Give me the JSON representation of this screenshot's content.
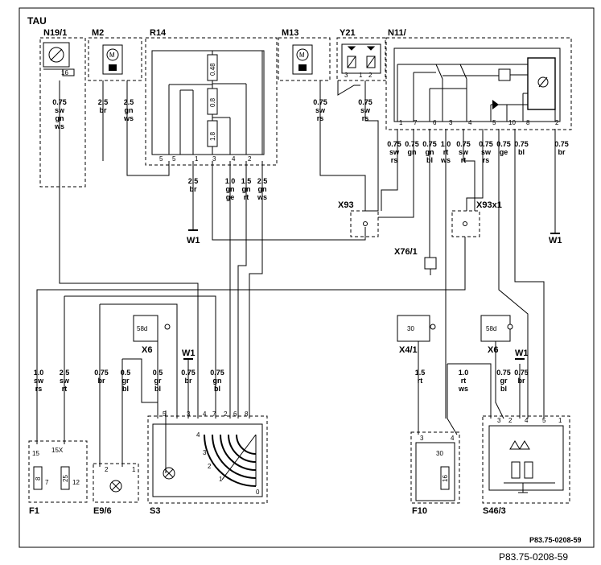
{
  "labels": {
    "TAU": "TAU",
    "N19_1": "N19/1",
    "M2": "M2",
    "R14": "R14",
    "M13": "M13",
    "Y21": "Y21",
    "N11": "N11/",
    "X93": "X93",
    "X93x1": "X93x1",
    "X76_1": "X76/1",
    "W1": "W1",
    "X6": "X6",
    "X4_1": "X4/1",
    "F1": "F1",
    "E9_6": "E9/6",
    "S3": "S3",
    "F10": "F10",
    "S46_3": "S46/3",
    "term58d": "58d",
    "term30": "30"
  },
  "wires": {
    "n19": [
      "0.75",
      "sw",
      "gn",
      "ws"
    ],
    "m2a": [
      "2.5",
      "br"
    ],
    "m2b": [
      "2.5",
      "gn",
      "ws"
    ],
    "r14_5": [
      "2.5",
      "br"
    ],
    "r14_3": [
      "1.0",
      "gn",
      "ge"
    ],
    "r14_4": [
      "1.5",
      "gn",
      "rt"
    ],
    "r14_2": [
      "2.5",
      "gn",
      "ws"
    ],
    "m13": [
      "0.75",
      "sw",
      "rs"
    ],
    "y21": [
      "0.75",
      "sw",
      "rs"
    ],
    "n11_1": [
      "0.75",
      "sw",
      "rs"
    ],
    "n11_7": [
      "0.75",
      "gn"
    ],
    "n11_6": [
      "0.75",
      "gn",
      "bl"
    ],
    "n11_3": [
      "1.0",
      "rt",
      "ws"
    ],
    "n11_4": [
      "0.75",
      "sw",
      "rt"
    ],
    "n11_5": [
      "0.75",
      "sw",
      "rs"
    ],
    "n11_10": [
      "0.75",
      "ge"
    ],
    "n11_8": [
      "0.75",
      "bl"
    ],
    "n11_2": [
      "0.75",
      "br"
    ],
    "f1": [
      "1.0",
      "sw",
      "rs"
    ],
    "f1b": [
      "2.5",
      "sw",
      "rt"
    ],
    "e96a": [
      "0.75",
      "br"
    ],
    "e96b": [
      "0.5",
      "gr",
      "bl"
    ],
    "s3a": [
      "0.5",
      "gr",
      "bl"
    ],
    "s3b": [
      "0.75",
      "br"
    ],
    "s3c": [
      "0.75",
      "gn",
      "bl"
    ],
    "f10": [
      "1.5",
      "rt"
    ],
    "f10b": [
      "1.0",
      "rt",
      "ws"
    ],
    "s46a": [
      "0.75",
      "gr",
      "bl"
    ],
    "s46b": [
      "0.75",
      "br"
    ]
  },
  "resistors": {
    "r1": "0.48",
    "r2": "0.8",
    "r3": "1.8"
  },
  "fuses": {
    "f1": "8",
    "f1b": "25",
    "f10": "16"
  },
  "pins": {
    "n19_16": "16",
    "r14": [
      "5",
      "5",
      "1",
      "3",
      "4",
      "2"
    ],
    "n11": [
      "1",
      "7",
      "6",
      "3",
      "4",
      "5",
      "10",
      "8",
      "2"
    ],
    "s3": [
      "5",
      "3",
      "4",
      "7",
      "2",
      "6",
      "8"
    ],
    "s3_pos": [
      "4",
      "3",
      "2",
      "1",
      "0"
    ],
    "f1": [
      "15",
      "7",
      "15X",
      "12"
    ],
    "e96": [
      "2",
      "1"
    ],
    "f10": [
      "3",
      "4",
      "30"
    ],
    "s46": [
      "3",
      "2",
      "4",
      "5",
      "1"
    ],
    "y21": [
      "3",
      "1",
      "2"
    ]
  },
  "references": {
    "inner": "P83.75-0208-59",
    "outer": "P83.75-0208-59"
  }
}
